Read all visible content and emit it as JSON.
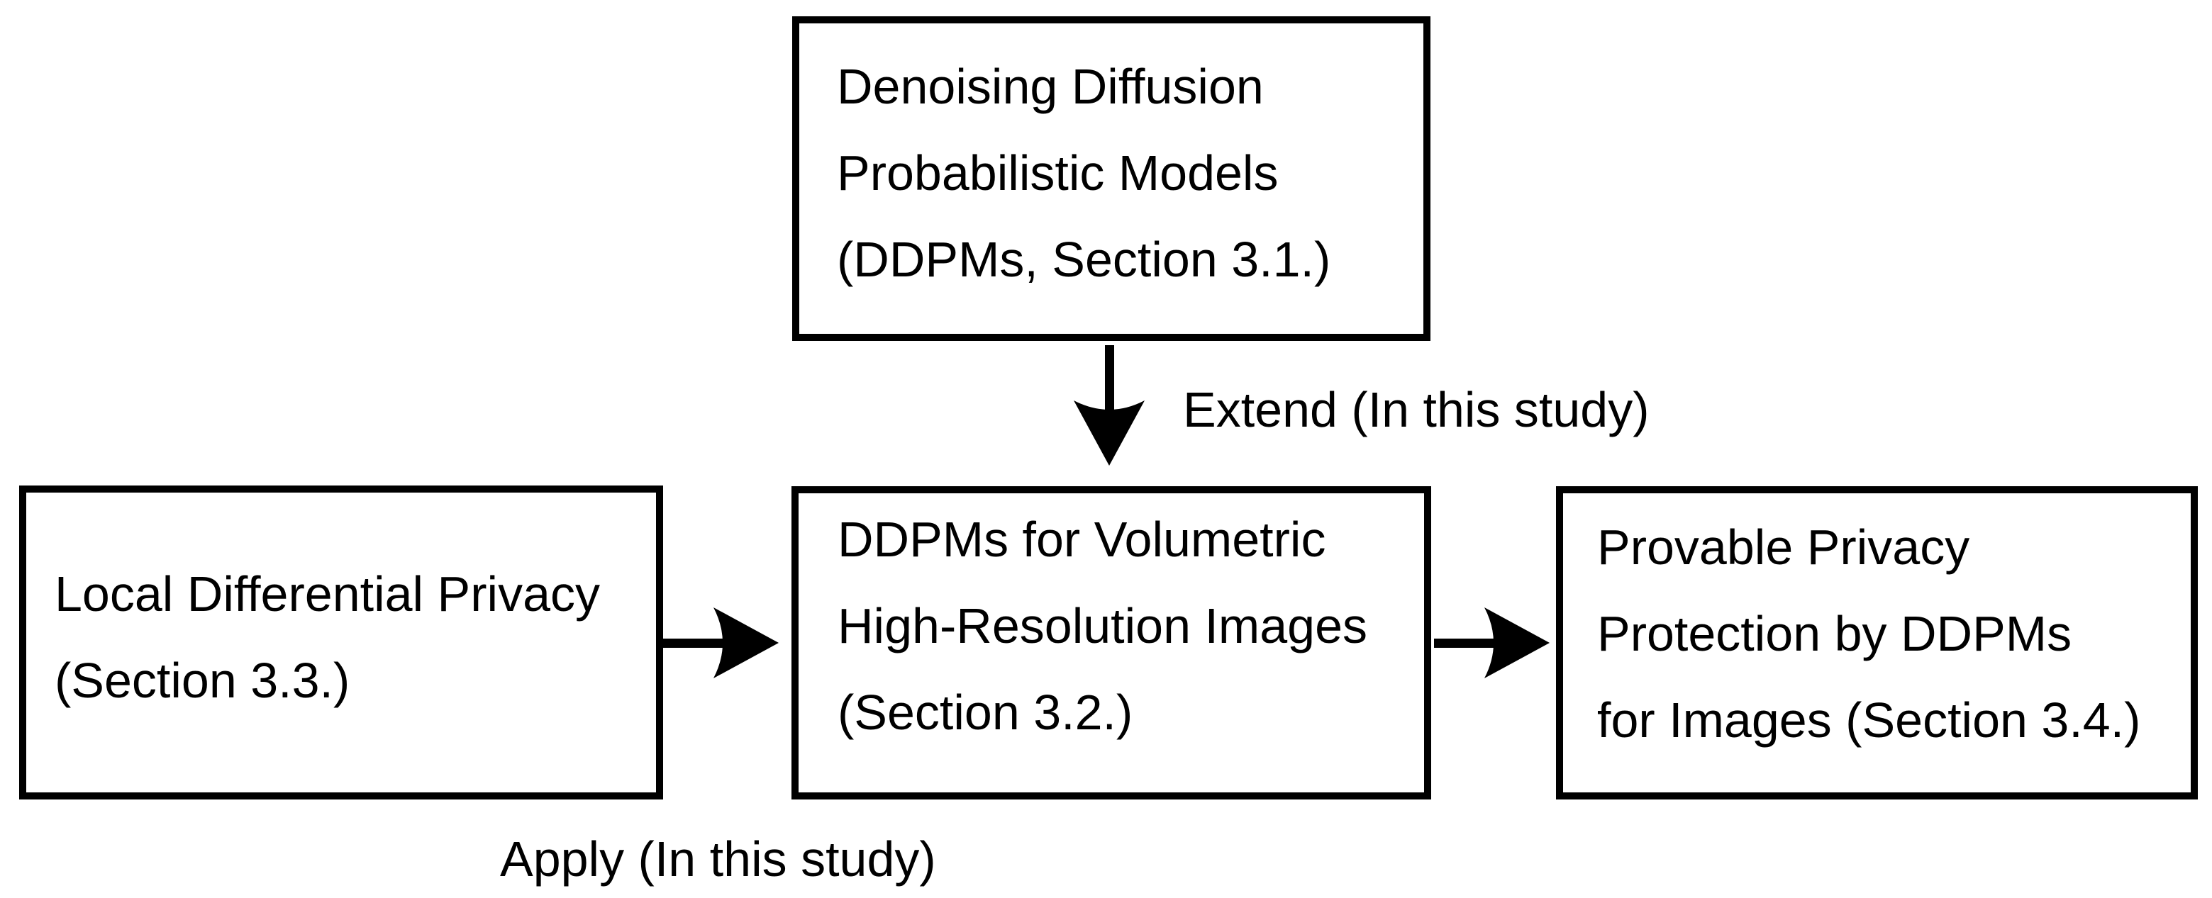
{
  "diagram": {
    "colors": {
      "background": "#ffffff",
      "stroke": "#000000"
    },
    "boxes": {
      "ddpms": {
        "lines": [
          "Denoising Diffusion",
          "Probabilistic Models",
          "(DDPMs, Section 3.1.)"
        ]
      },
      "local_dp": {
        "lines": [
          "Local Differential Privacy",
          "(Section 3.3.)"
        ]
      },
      "volumetric": {
        "lines": [
          "DDPMs for Volumetric",
          "High-Resolution Images",
          "(Section 3.2.)"
        ]
      },
      "provable": {
        "lines": [
          "Provable Privacy",
          "Protection by DDPMs",
          "for Images (Section 3.4.)"
        ]
      }
    },
    "arrows": {
      "extend": {
        "direction": "down",
        "label": "Extend (In this study)"
      },
      "apply": {
        "direction": "right",
        "label": "Apply (In this study)"
      },
      "protect": {
        "direction": "right",
        "label": ""
      }
    }
  }
}
